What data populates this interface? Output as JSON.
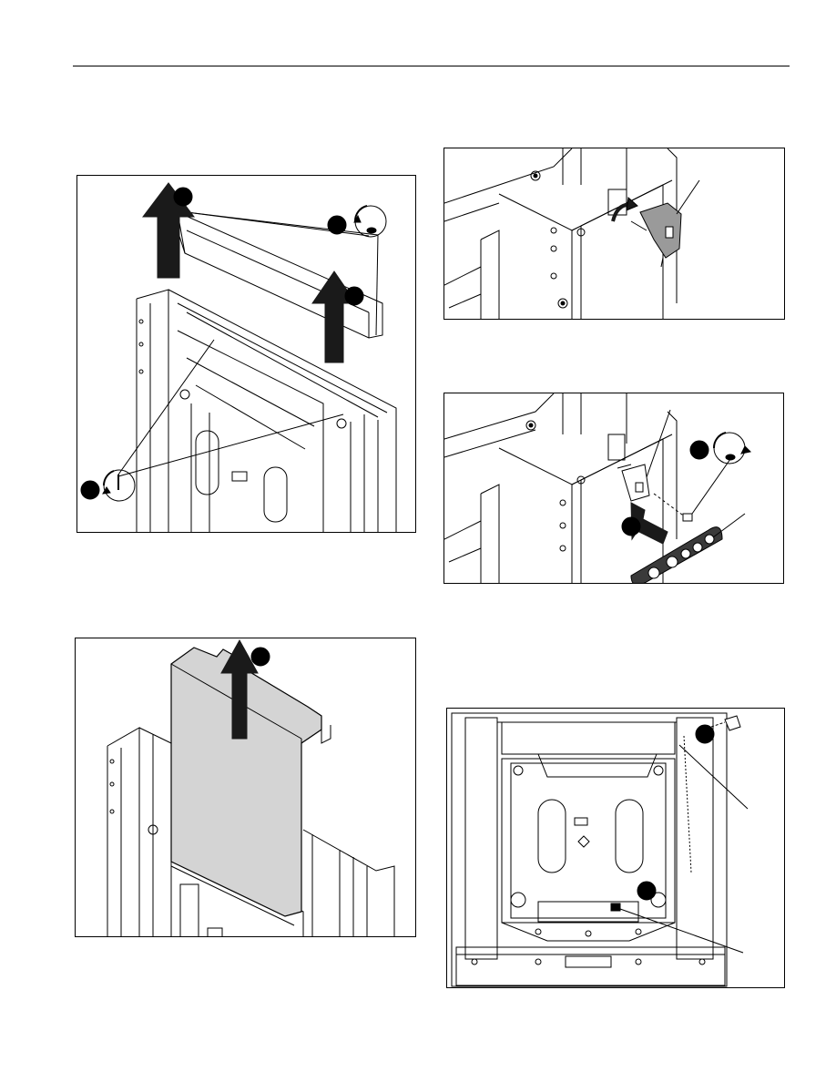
{
  "page": {
    "header_rule": true
  },
  "figures": [
    {
      "id": "fig-remove-top-cover",
      "icons": [
        "up-arrow-icon",
        "screwdriver-rotate-icon",
        "step-marker-icon"
      ]
    },
    {
      "id": "fig-lift-front-cover",
      "icons": [
        "up-arrow-icon",
        "step-marker-icon"
      ]
    },
    {
      "id": "fig-bracket-rotate",
      "icons": [
        "rotate-arrow-icon"
      ]
    },
    {
      "id": "fig-attach-control-pad",
      "icons": [
        "screwdriver-rotate-icon",
        "insert-arrow-icon",
        "step-marker-icon"
      ]
    },
    {
      "id": "fig-top-view-frame",
      "icons": [
        "step-marker-icon"
      ]
    }
  ],
  "colors": {
    "ink": "#000000",
    "arrow": "#1a1a1a",
    "cover_fill": "#d4d4d4",
    "panel_bg": "#ffffff"
  }
}
